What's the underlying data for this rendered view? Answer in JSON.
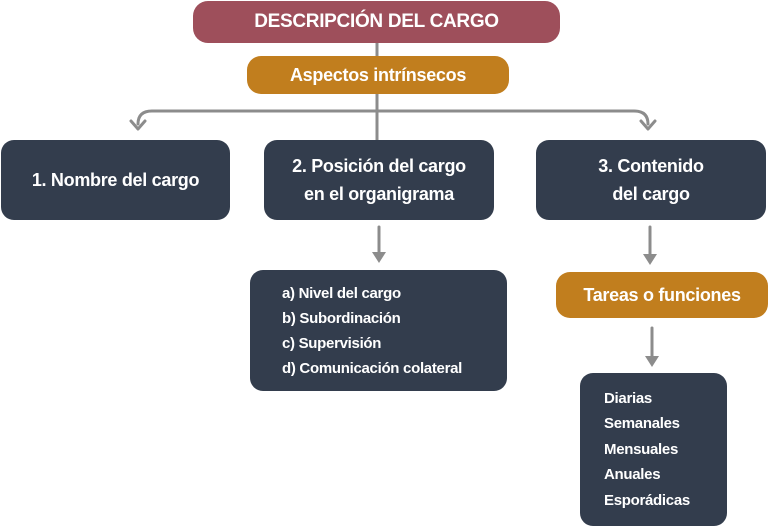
{
  "diagram": {
    "title": "DESCRIPCIÓN DEL CARGO",
    "aspects": "Aspectos intrínsecos",
    "branches": [
      {
        "lines": [
          "1. Nombre del cargo"
        ]
      },
      {
        "lines": [
          "2. Posición del cargo",
          "en el organigrama"
        ]
      },
      {
        "lines": [
          "3. Contenido",
          "del cargo"
        ]
      }
    ],
    "position_levels": [
      "a) Nivel del cargo",
      "b) Subordinación",
      "c) Supervisión",
      "d) Comunicación colateral"
    ],
    "tasks_label": "Tareas o funciones",
    "task_frequencies": [
      "Diarias",
      "Semanales",
      "Mensuales",
      "Anuales",
      "Esporádicas"
    ]
  },
  "colors": {
    "title_box": "#9e4f5b",
    "accent_box": "#c17e1e",
    "dark_box": "#333d4d",
    "connector": "#8c8c8c",
    "text": "#ffffff"
  }
}
